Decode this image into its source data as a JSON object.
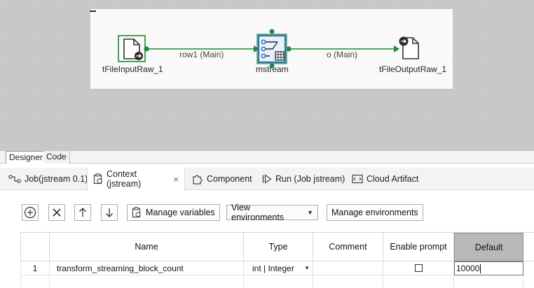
{
  "canvas": {
    "components": [
      {
        "label": "tFileInputRaw_1"
      },
      {
        "label": "mstream"
      },
      {
        "label": "tFileOutputRaw_1"
      }
    ],
    "links": [
      {
        "label": "row1 (Main)"
      },
      {
        "label": "o (Main)"
      }
    ],
    "colors": {
      "link": "#1b8a3a",
      "selection": "#1b8a3a",
      "component_blue": "#2f6fb6"
    }
  },
  "editor_tabs": [
    {
      "label": "Designer",
      "active": true
    },
    {
      "label": "Code",
      "active": false
    }
  ],
  "view_tabs": [
    {
      "label": "Job(jstream 0.1)",
      "icon": "job-icon"
    },
    {
      "label": "Context (jstream)",
      "icon": "context-icon",
      "active": true,
      "close": "×"
    },
    {
      "label": "Component",
      "icon": "puzzle-icon"
    },
    {
      "label": "Run (Job jstream)",
      "icon": "run-icon"
    },
    {
      "label": "Cloud Artifact",
      "icon": "cloud-artifact-icon"
    }
  ],
  "toolbar": {
    "manage_variables": "Manage variables",
    "view_environments": "View environments",
    "manage_environments": "Manage environments"
  },
  "table": {
    "headers": [
      "Name",
      "Type",
      "Comment",
      "Enable prompt",
      "Default"
    ],
    "rows": [
      {
        "index": "1",
        "name": "transform_streaming_block_count",
        "type": "int | Integer",
        "comment": "",
        "enable_prompt": false,
        "default": "10000"
      }
    ]
  }
}
